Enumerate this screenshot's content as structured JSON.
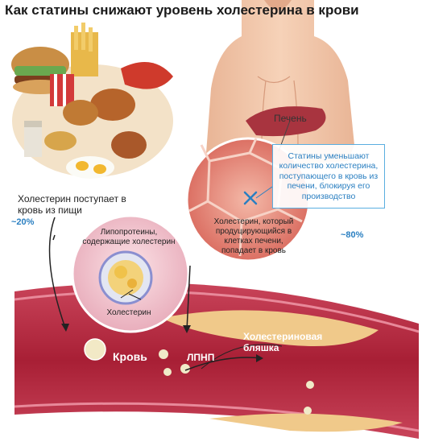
{
  "title": "Как статины снижают уровень холестерина в крови",
  "labels": {
    "food_cholesterol": "Холестерин поступает в кровь из пищи",
    "pct_20": "~20%",
    "pct_80": "~80%",
    "liver": "Печень",
    "statins_box": "Статины уменьшают количество холестерина, поступающего в кровь из печени, блокируя его производство",
    "liver_cells": "Холестерин, который продуцирующийся в клетках печени, попадает в кровь",
    "lipoproteins": "Липопротеины, содержащие холестерин",
    "cholesterol": "Холестерин",
    "blood": "Кровь",
    "ldl": "ЛПНП",
    "plaque": "Холестериновая бляшка"
  },
  "colors": {
    "accent_blue": "#2a7fc1",
    "vessel": "#b8283a",
    "skin": "#f2c6a8",
    "liver": "#a8343f"
  }
}
